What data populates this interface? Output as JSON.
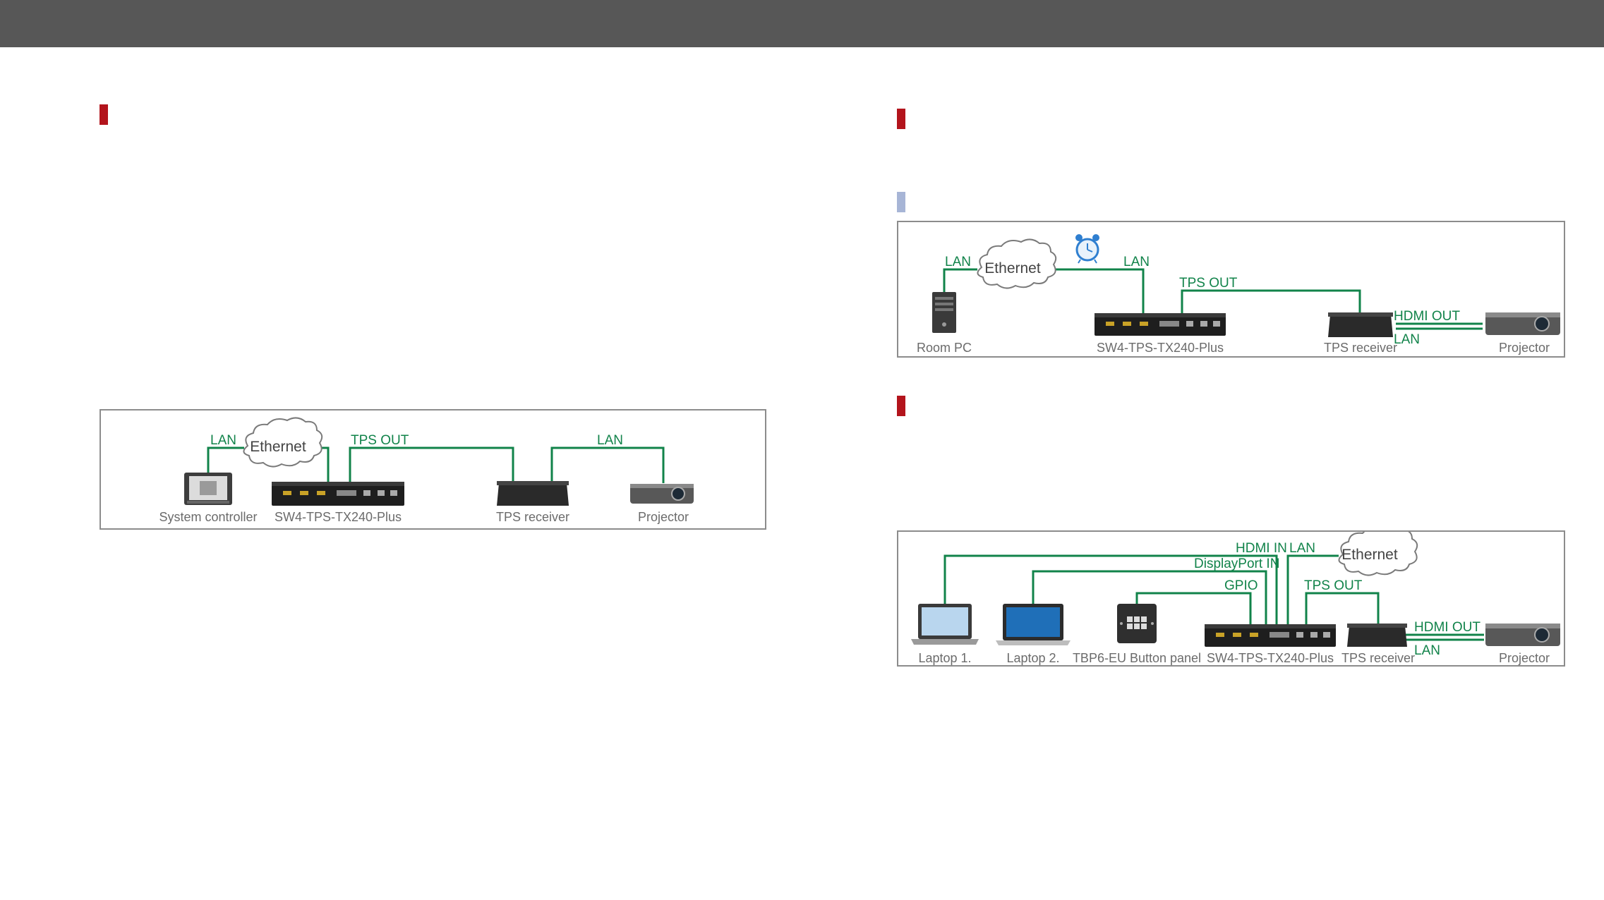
{
  "colors": {
    "header": "#575757",
    "marker_red": "#b3141c",
    "marker_blue": "#a7b5d6",
    "wire": "#11834a",
    "frame_border": "#8c8c8c"
  },
  "diagram1": {
    "cloud": "Ethernet",
    "wires": {
      "lan_left": "LAN",
      "tps_out": "TPS OUT",
      "lan_right": "LAN"
    },
    "devices": {
      "controller": "System controller",
      "switcher": "SW4-TPS-TX240-Plus",
      "receiver": "TPS receiver",
      "projector": "Projector"
    }
  },
  "diagram2": {
    "cloud": "Ethernet",
    "wires": {
      "lan_pc": "LAN",
      "lan_sw": "LAN",
      "tps_out": "TPS OUT",
      "hdmi_out": "HDMI OUT",
      "lan_proj": "LAN"
    },
    "devices": {
      "pc": "Room PC",
      "switcher": "SW4-TPS-TX240-Plus",
      "receiver": "TPS receiver",
      "projector": "Projector"
    }
  },
  "diagram3": {
    "cloud": "Ethernet",
    "wires": {
      "hdmi_in": "HDMI IN",
      "lan": "LAN",
      "displayport_in": "DisplayPort IN",
      "gpio": "GPIO",
      "tps_out": "TPS OUT",
      "hdmi_out": "HDMI OUT",
      "lan_proj": "LAN"
    },
    "devices": {
      "laptop1": "Laptop 1.",
      "laptop2": "Laptop 2.",
      "panel": "TBP6-EU Button panel",
      "switcher": "SW4-TPS-TX240-Plus",
      "receiver": "TPS receiver",
      "projector": "Projector"
    }
  }
}
